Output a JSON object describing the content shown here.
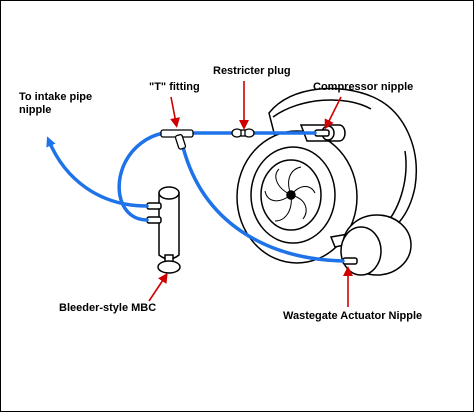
{
  "labels": {
    "intake": "To intake pipe nipple",
    "t_fitting": "\"T\" fitting",
    "restricter": "Restricter plug",
    "compressor": "Compressor nipple",
    "mbc": "Bleeder-style MBC",
    "wastegate": "Wastegate Actuator Nipple"
  },
  "colors": {
    "hose": "#1e73e8",
    "pointer": "#d00000",
    "outline": "#000000",
    "background": "#ffffff"
  }
}
